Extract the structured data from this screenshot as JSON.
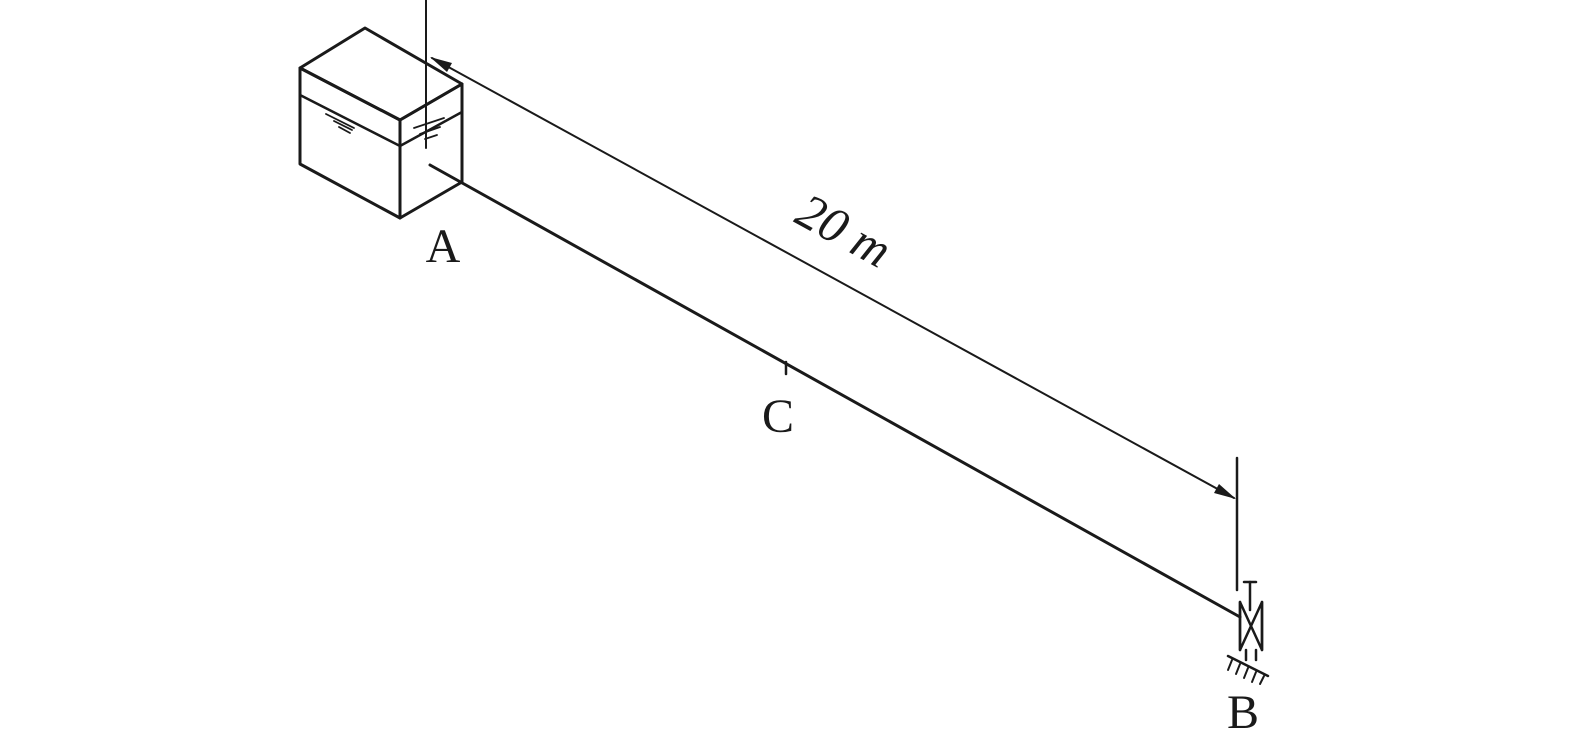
{
  "diagram": {
    "dimension_label": "20 m",
    "points": {
      "a": "A",
      "b": "B",
      "c": "C"
    },
    "colors": {
      "ink": "#1a1a1a",
      "background": "#ffffff"
    }
  }
}
